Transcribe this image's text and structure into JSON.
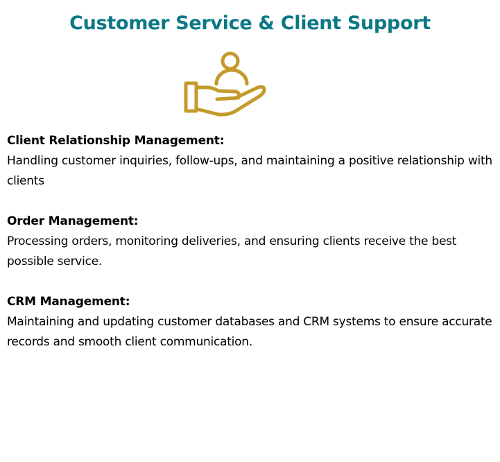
{
  "title": "Customer Service & Client Support",
  "icon": {
    "name": "hand-holding-person-icon",
    "color": "#C49A2C"
  },
  "sections": [
    {
      "heading": "Client Relationship Management:",
      "body": "Handling customer inquiries, follow-ups, and maintaining a positive relationship with clients"
    },
    {
      "heading": "Order Management:",
      "body": "Processing orders, monitoring deliveries, and ensuring clients receive the best possible service."
    },
    {
      "heading": "CRM Management:",
      "body": "Maintaining and updating customer databases and CRM systems to ensure accurate records and smooth client communication."
    }
  ]
}
